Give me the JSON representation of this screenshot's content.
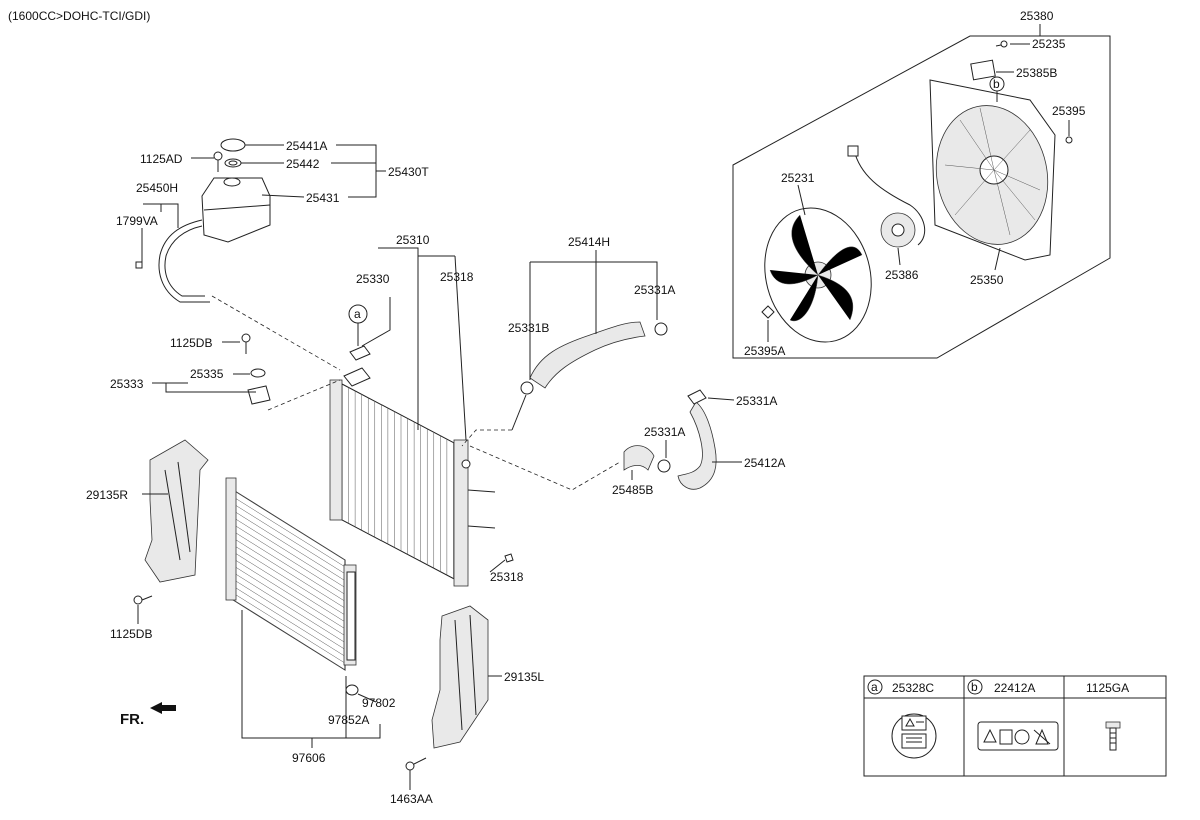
{
  "header": {
    "engine_spec": "(1600CC>DOHC-TCI/GDI)"
  },
  "labels": {
    "l25380": "25380",
    "l25235": "25235",
    "l25385B": "25385B",
    "l25395": "25395",
    "l25231": "25231",
    "l25386": "25386",
    "l25350": "25350",
    "l25395A": "25395A",
    "l25441A": "25441A",
    "l25442": "25442",
    "l25430T": "25430T",
    "l25431": "25431",
    "l1125AD": "1125AD",
    "l25450H": "25450H",
    "l1799VA": "1799VA",
    "l25310": "25310",
    "l25330": "25330",
    "l25318a": "25318",
    "l25318b": "25318",
    "l25414H": "25414H",
    "l25331A_1": "25331A",
    "l25331B": "25331B",
    "l25331A_2": "25331A",
    "l25331A_3": "25331A",
    "l25412A": "25412A",
    "l25485B": "25485B",
    "l1125DB_1": "1125DB",
    "l25335": "25335",
    "l25333": "25333",
    "l29135R": "29135R",
    "l1125DB_2": "1125DB",
    "l29135L": "29135L",
    "l97802": "97802",
    "l97852A": "97852A",
    "l97606": "97606",
    "l1463AA": "1463AA",
    "fr": "FR."
  },
  "callouts": {
    "a": "a",
    "b": "b"
  },
  "legend_table": {
    "col_a": {
      "letter": "a",
      "part": "25328C"
    },
    "col_b": {
      "letter": "b",
      "part": "22412A"
    },
    "col_c": {
      "part": "1125GA"
    }
  }
}
